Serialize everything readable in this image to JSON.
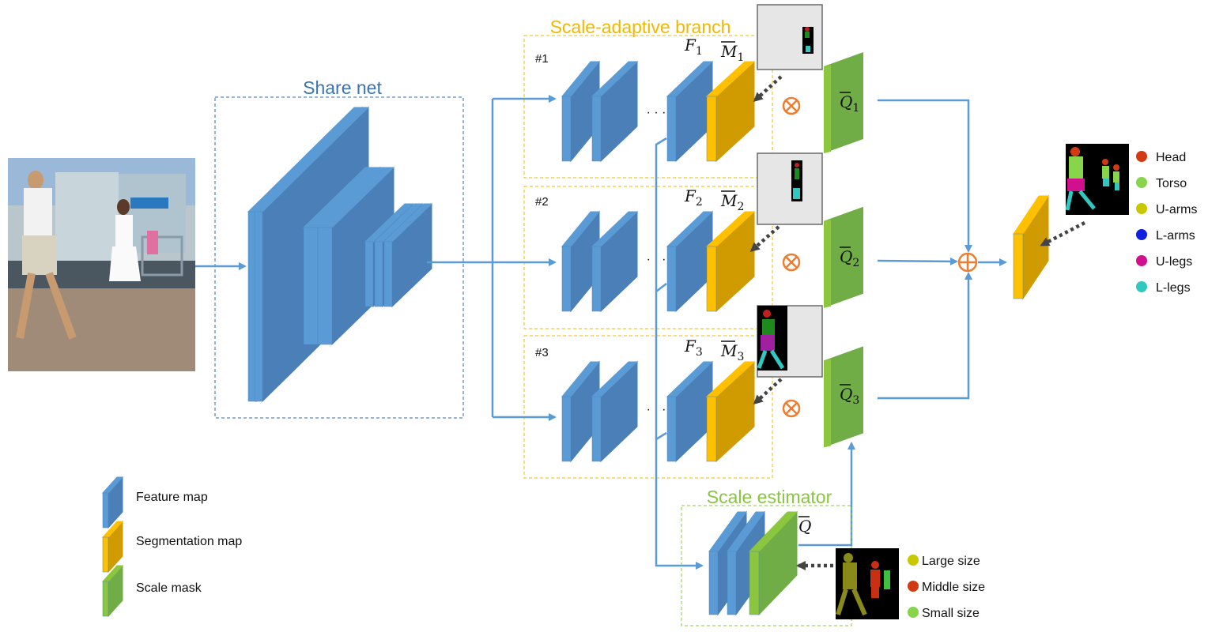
{
  "titles": {
    "share_net": "Share net",
    "scale_adaptive_branch": "Scale-adaptive branch",
    "scale_estimator": "Scale estimator"
  },
  "branches": [
    {
      "id": "#1",
      "feature_label": "F",
      "feature_sub": "1",
      "mask_label": "M",
      "mask_sub": "1",
      "q_label": "Q",
      "q_sub": "1"
    },
    {
      "id": "#2",
      "feature_label": "F",
      "feature_sub": "2",
      "mask_label": "M",
      "mask_sub": "2",
      "q_label": "Q",
      "q_sub": "2"
    },
    {
      "id": "#3",
      "feature_label": "F",
      "feature_sub": "3",
      "mask_label": "M",
      "mask_sub": "3",
      "q_label": "Q",
      "q_sub": "3"
    }
  ],
  "scale_mask_label": "Q",
  "ellipsis": "· · ·",
  "legend": {
    "feature_map": "Feature map",
    "segmentation_map": "Segmentation map",
    "scale_mask": "Scale mask"
  },
  "parts_legend": [
    {
      "label": "Head",
      "color": "#d13a12"
    },
    {
      "label": "Torso",
      "color": "#88d44a"
    },
    {
      "label": "U-arms",
      "color": "#c8c800"
    },
    {
      "label": "L-arms",
      "color": "#1020e0"
    },
    {
      "label": "U-legs",
      "color": "#d0108c"
    },
    {
      "label": "L-legs",
      "color": "#30c8c0"
    }
  ],
  "size_legend": [
    {
      "label": "Large size",
      "color": "#c8c800"
    },
    {
      "label": "Middle size",
      "color": "#d03a12"
    },
    {
      "label": "Small size",
      "color": "#88d44a"
    }
  ],
  "colors": {
    "feature_front": "#5b9bd5",
    "feature_side": "#4a7fb8",
    "segmentation_front": "#ffc000",
    "segmentation_side": "#d09b00",
    "scale_front": "#8cc63f",
    "scale_side": "#70ad47",
    "flow": "#5b9bd5",
    "operator": "#ed7d31"
  },
  "operators": {
    "multiply": "⊗",
    "add": "⊕"
  }
}
